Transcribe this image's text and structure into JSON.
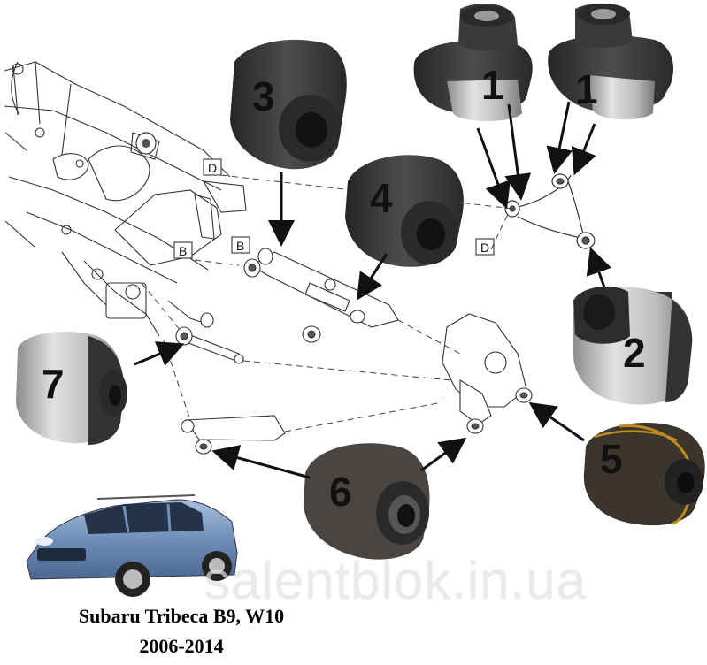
{
  "title": {
    "line1": "Subaru Tribeca B9, W10",
    "line2": "2006-2014"
  },
  "watermark": "salentblok.in.ua",
  "labels": {
    "bushing_1a": "1",
    "bushing_1b": "1",
    "bushing_2": "2",
    "bushing_3": "3",
    "bushing_4": "4",
    "bushing_5": "5",
    "bushing_6": "6",
    "bushing_7": "7"
  },
  "markers": {
    "d_upper": "D",
    "d_right": "D",
    "b_left": "B",
    "b_middle": "B"
  },
  "colors": {
    "rubber": "#3a3a3a",
    "metal_sleeve": "#b9b9b9",
    "bronze_ring": "#c08a1e",
    "car_body": "#6f8fb8",
    "line_art": "#333333"
  }
}
